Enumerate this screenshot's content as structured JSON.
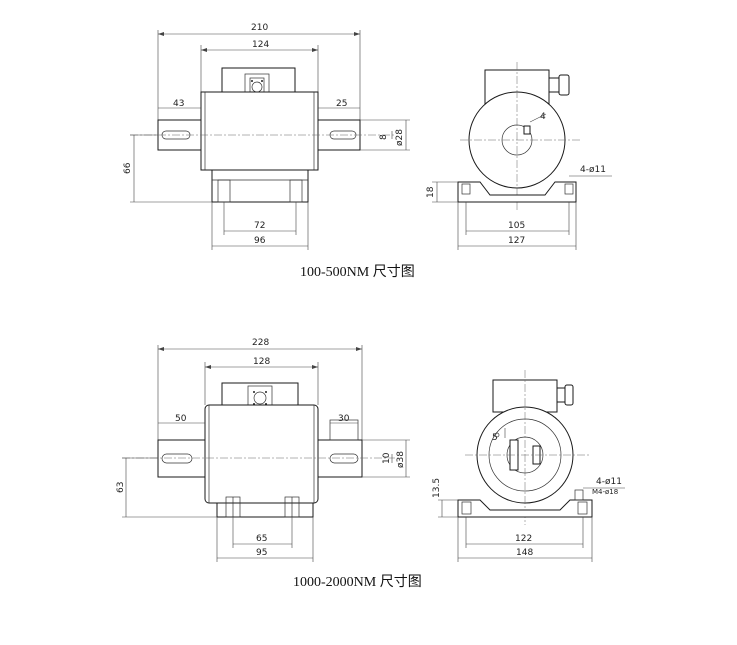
{
  "top": {
    "caption": "100-500NM 尺寸图",
    "dims": {
      "total": "210",
      "body": "124",
      "left_shaft": "43",
      "right_shaft": "25",
      "key": "8",
      "dia": "ø28",
      "height": "66",
      "foot_inner": "72",
      "foot_outer": "96",
      "key_side": "4",
      "holes": "4-ø11",
      "base_h": "18",
      "base_inner": "105",
      "base_outer": "127"
    }
  },
  "bottom": {
    "caption": "1000-2000NM 尺寸图",
    "dims": {
      "total": "228",
      "body": "128",
      "left_shaft": "50",
      "right_shaft": "30",
      "key": "10",
      "dia": "ø38",
      "height": "63",
      "foot_inner": "65",
      "foot_outer": "95",
      "key_side": "5",
      "holes": "4-ø11",
      "holes_sub": "M4-ø18",
      "base_h": "13.5",
      "base_inner": "122",
      "base_outer": "148"
    }
  }
}
